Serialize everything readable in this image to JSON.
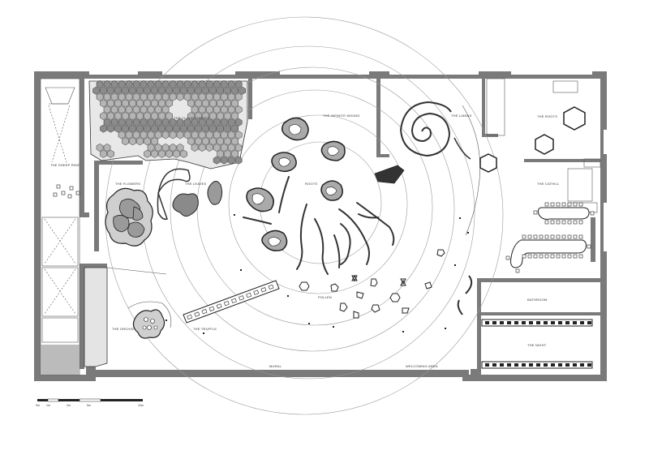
{
  "rooms": {
    "cloud_forest": "THE CLOUD FOREST",
    "infinite_mound": "THE INFINITE MOUND",
    "lianas": "THE LIANAS",
    "roots_area": "THE ROOTS",
    "sheep_ride": "THE SHEEP RIDE",
    "flowers": "THE FLOWERS",
    "leaves": "THE LEAVES",
    "roots": "ROOTS",
    "orchid": "THE ORCHID",
    "truffle": "THE TRUFFLE",
    "pollen": "POLLEN",
    "mural": "MURAL",
    "welcoming_area": "WELCOMING AREA",
    "bathroom": "BATHROOM",
    "night": "THE NIGHT",
    "cathill": "THE CATHILL"
  },
  "scale_bar": {
    "labels": [
      "0m",
      "1m",
      "2m",
      "5m",
      "10m"
    ]
  }
}
